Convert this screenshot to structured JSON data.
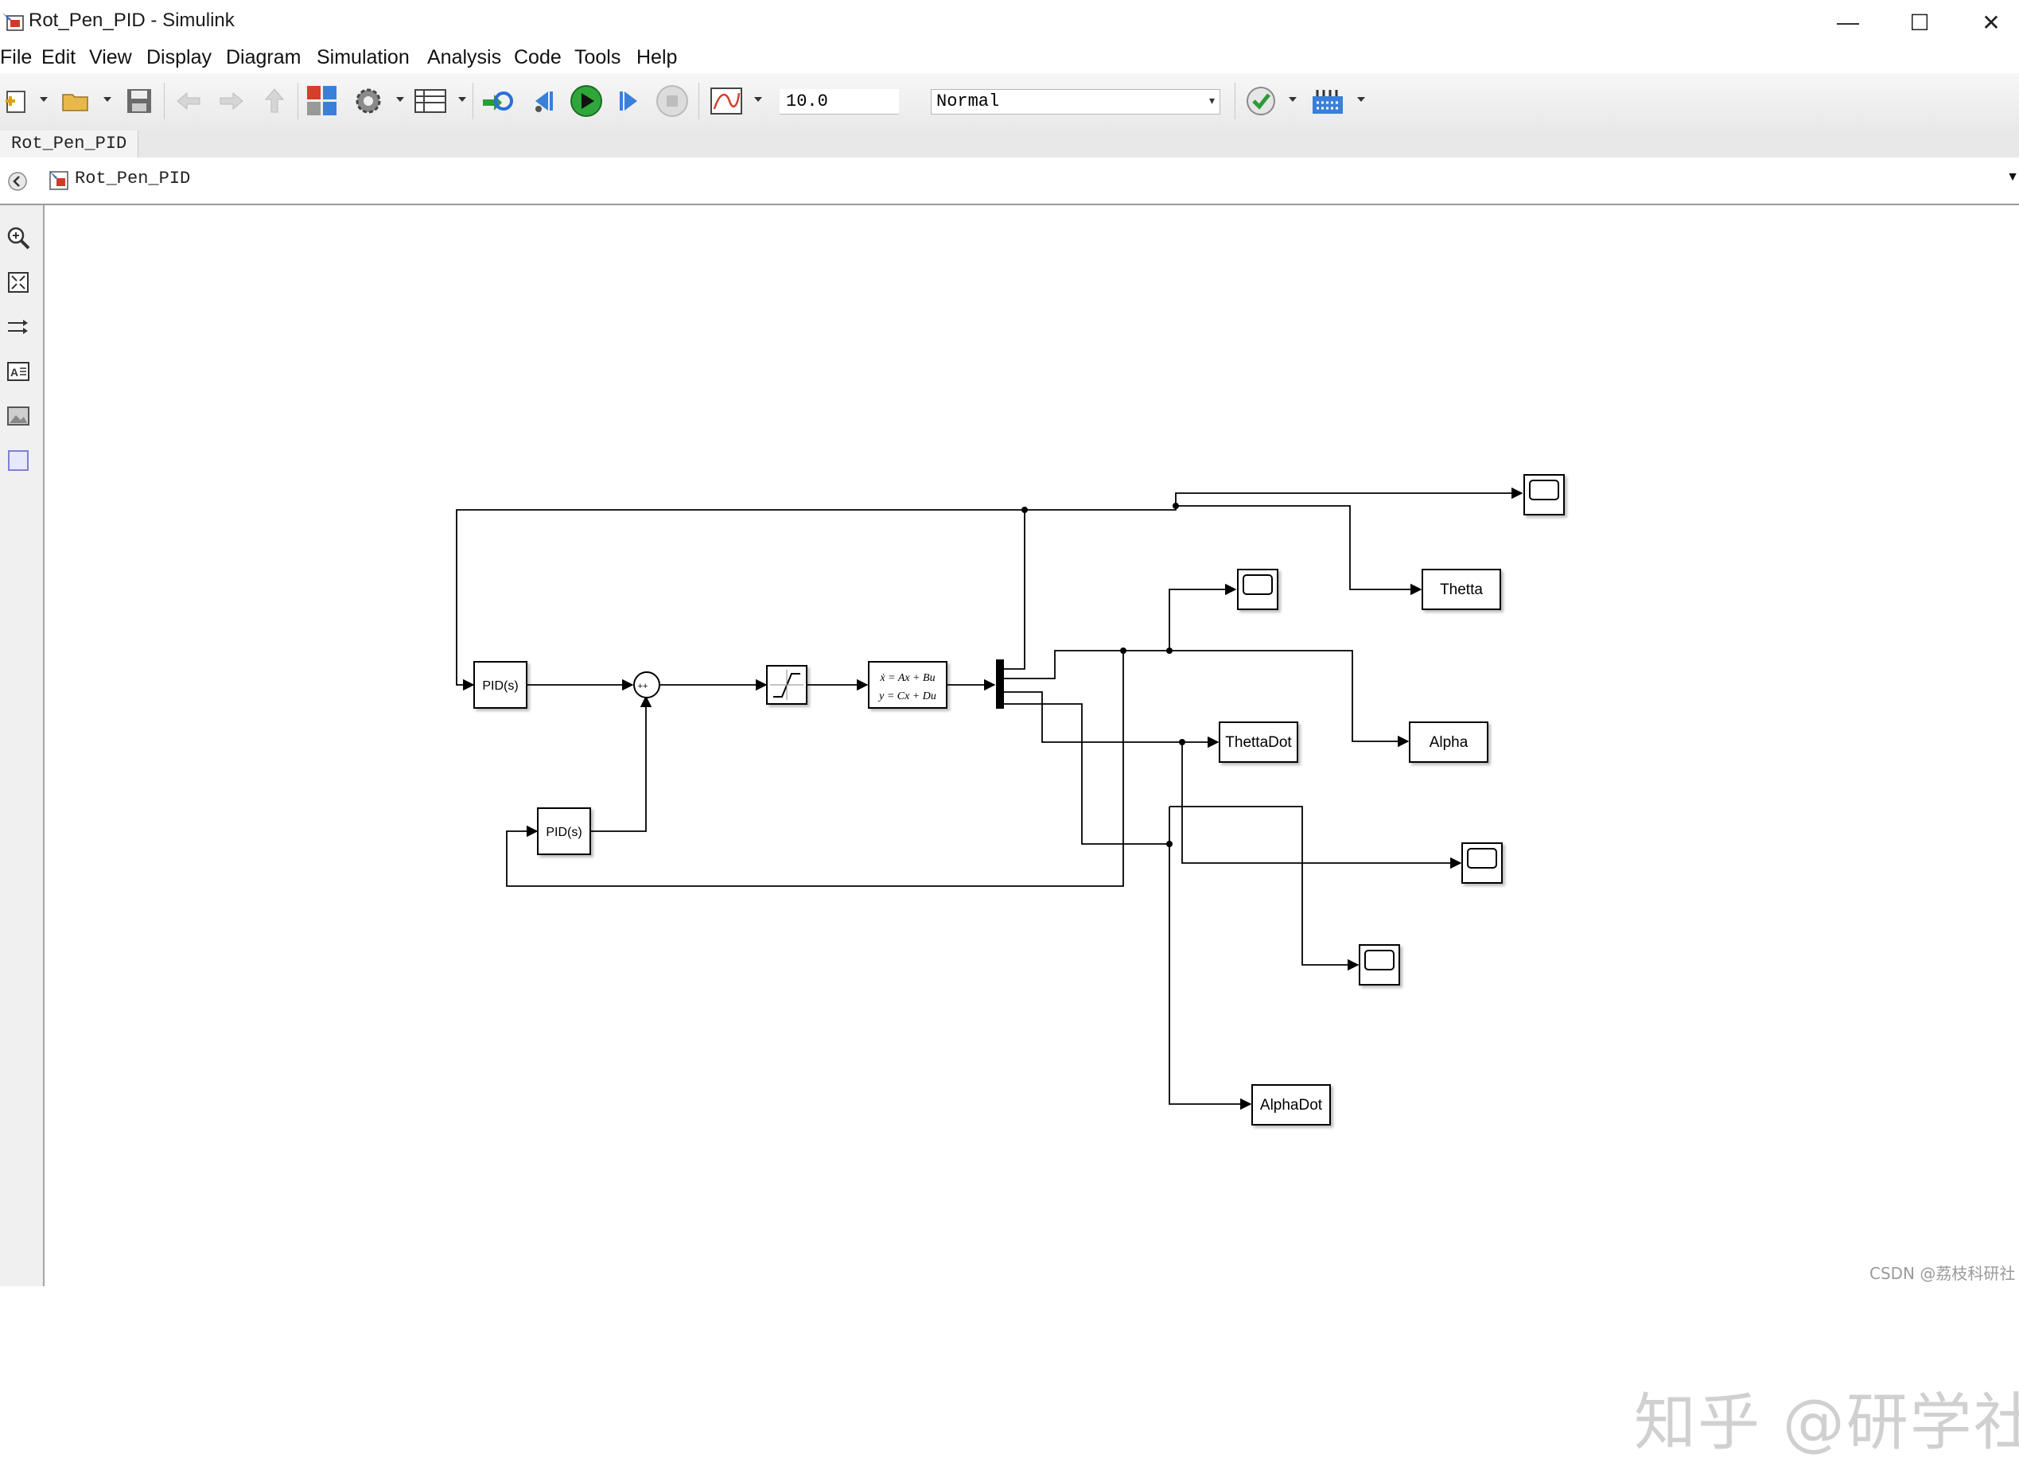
{
  "window": {
    "title": "Rot_Pen_PID - Simulink",
    "controls": {
      "minimize": "—",
      "maximize": "☐",
      "close": "✕"
    }
  },
  "menu": [
    {
      "label": "File"
    },
    {
      "label": "Edit"
    },
    {
      "label": "View"
    },
    {
      "label": "Display"
    },
    {
      "label": "Diagram"
    },
    {
      "label": "Simulation"
    },
    {
      "label": "Analysis"
    },
    {
      "label": "Code"
    },
    {
      "label": "Tools"
    },
    {
      "label": "Help"
    }
  ],
  "toolbar": {
    "stop_time": "10.0",
    "simulation_mode": "Normal",
    "icons": [
      "new-model-icon",
      "open-folder-icon",
      "save-icon",
      "back-arrow-icon",
      "forward-arrow-icon",
      "up-arrow-icon",
      "library-browser-icon",
      "model-config-gear-icon",
      "model-explorer-icon",
      "update-diagram-icon",
      "step-back-icon",
      "run-icon",
      "step-forward-icon",
      "stop-icon",
      "simulation-data-inspector-icon",
      "model-advisor-check-icon",
      "build-model-icon"
    ]
  },
  "tab": {
    "label": "Rot_Pen_PID"
  },
  "address": {
    "path": "Rot_Pen_PID"
  },
  "palette_icons": [
    "zoom-icon",
    "fit-to-view-icon",
    "route-lines-icon",
    "annotation-icon",
    "image-icon",
    "area-icon"
  ],
  "diagram": {
    "blocks": {
      "pid1": "PID(s)",
      "pid2": "PID(s)",
      "sum_signs": "++",
      "ss_line1": "ẋ = Ax + Bu",
      "ss_line2": "y = Cx + Du",
      "thetta": "Thetta",
      "thetta_dot": "ThettaDot",
      "alpha": "Alpha",
      "alpha_dot": "AlphaDot"
    }
  },
  "watermark": {
    "main": "知乎 @研学社",
    "csdn": "CSDN @荔枝科研社"
  },
  "colors": {
    "wire": "#000000",
    "block_fill": "#ffffff",
    "titlebar": "#ffffff",
    "toolbar": "#ececec"
  }
}
